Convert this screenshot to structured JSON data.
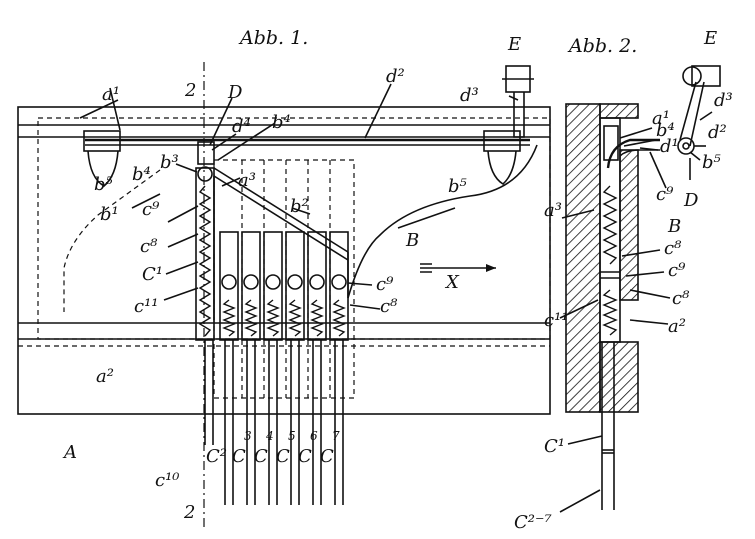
{
  "figures": {
    "fig1": {
      "title": "Abb. 1."
    },
    "fig2": {
      "title": "Abb. 2."
    }
  },
  "labels": {
    "a1": "a¹",
    "a2": "a²",
    "a3": "a³",
    "b1": "b¹",
    "b2": "b²",
    "b3": "b³",
    "b4": "b⁴",
    "b5": "b⁵",
    "c1": "C¹",
    "c2": "C²",
    "c3": "C",
    "c4": "C",
    "c5": "C",
    "c6": "C",
    "c7": "C",
    "c8": "c⁸",
    "c9": "c⁹",
    "c10": "c¹⁰",
    "c11": "c¹¹",
    "d1": "d¹",
    "d2": "d²",
    "d3": "d³",
    "d4": "d⁴",
    "A": "A",
    "B": "B",
    "D": "D",
    "E": "E",
    "X": "X",
    "section": "2",
    "c27": "C²⁻⁷",
    "n3": "3",
    "n4": "4",
    "n5": "5",
    "n6": "6",
    "n7": "7"
  }
}
